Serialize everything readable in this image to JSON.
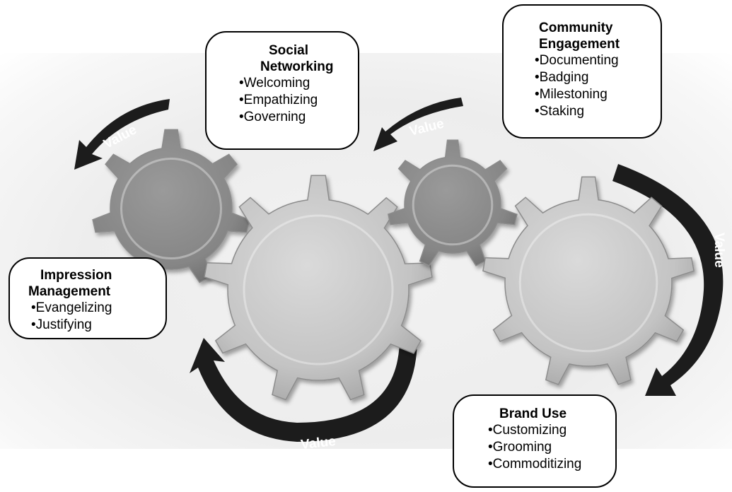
{
  "arrow_label": "Value",
  "boxes": {
    "social_networking": {
      "title_lines": [
        "Social",
        "Networking"
      ],
      "items": [
        "Welcoming",
        "Empathizing",
        "Governing"
      ]
    },
    "community_engagement": {
      "title_lines": [
        "Community",
        "Engagement"
      ],
      "items": [
        "Documenting",
        "Badging",
        "Milestoning",
        "Staking"
      ]
    },
    "impression_management": {
      "title_lines": [
        "Impression",
        "Management"
      ],
      "items": [
        "Evangelizing",
        "Justifying"
      ]
    },
    "brand_use": {
      "title_lines": [
        "Brand Use"
      ],
      "items": [
        "Customizing",
        "Grooming",
        "Commoditizing"
      ]
    }
  },
  "colors": {
    "arrow": "#1c1c1c",
    "small_gear": "#8a8a8a",
    "large_gear": "#c4c4c4",
    "box_border": "#000000"
  }
}
